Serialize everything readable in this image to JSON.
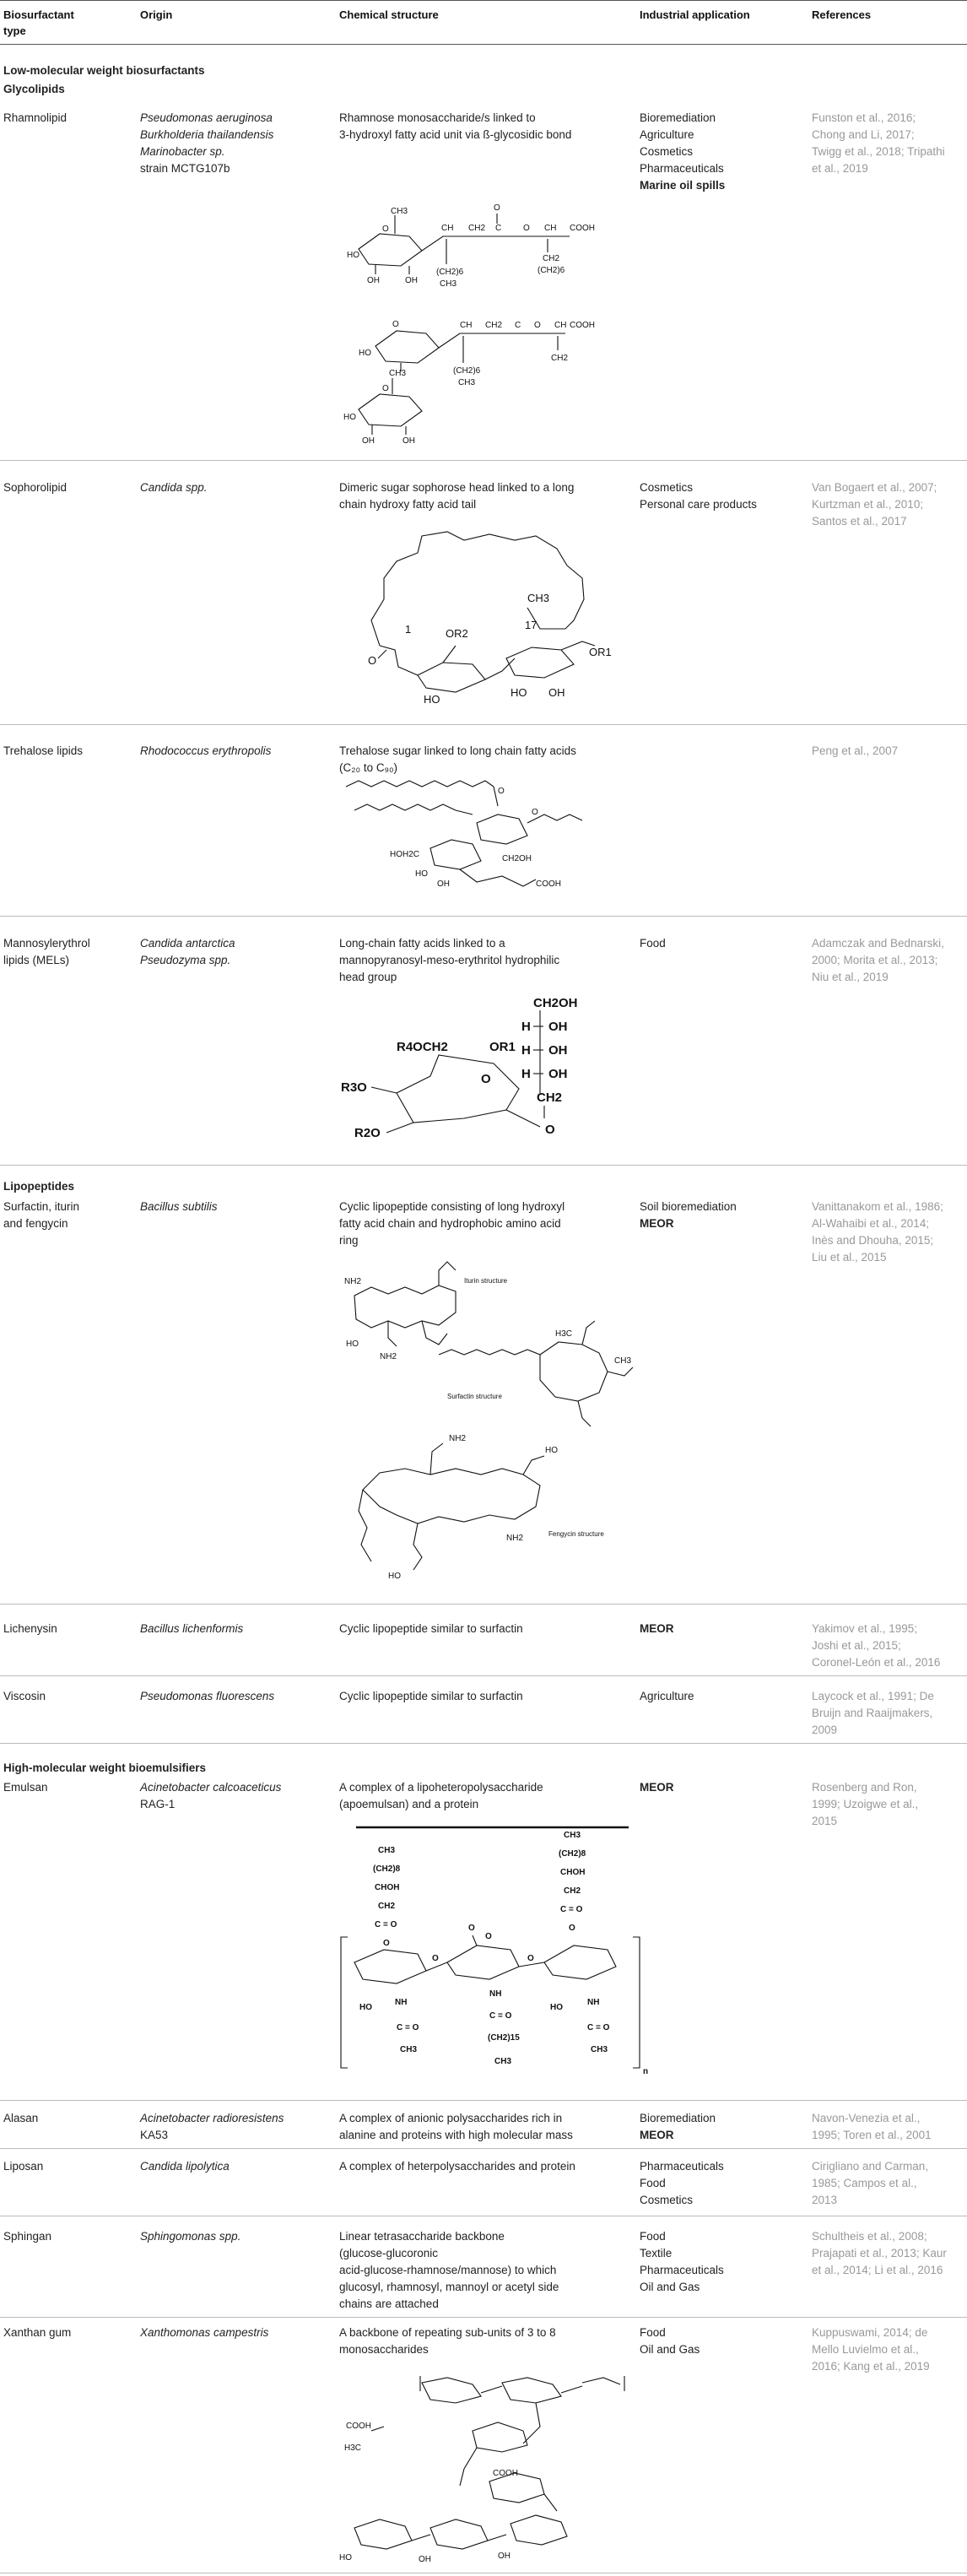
{
  "headers": {
    "type_l1": "Biosurfactant",
    "type_l2": "type",
    "origin": "Origin",
    "structure": "Chemical structure",
    "application": "Industrial application",
    "references": "References"
  },
  "sections": {
    "low_mw": "Low-molecular weight biosurfactants",
    "glycolipids": "Glycolipids",
    "lipopeptides": "Lipopeptides",
    "high_mw": "High-molecular weight bioemulsifiers"
  },
  "rows": {
    "rhamnolipid": {
      "type": "Rhamnolipid",
      "origin": [
        "Pseudomonas aeruginosa",
        "Burkholderia thailandensis",
        "Marinobacter sp.",
        "strain MCTG107b"
      ],
      "structure": [
        "Rhamnose monosaccharide/s linked to",
        "3-hydroxyl fatty acid unit via ß-glycosidic bond"
      ],
      "application": [
        "Bioremediation",
        "Agriculture",
        "Cosmetics",
        "Pharmaceuticals",
        "Marine oil spills"
      ],
      "references": [
        "Funston et al., 2016;",
        "Chong and Li, 2017;",
        "Twigg et al., 2018; Tripathi",
        "et al., 2019"
      ]
    },
    "sophorolipid": {
      "type": "Sophorolipid",
      "origin": [
        "Candida spp."
      ],
      "structure": [
        "Dimeric sugar sophorose head linked to a long",
        "chain hydroxy fatty acid tail"
      ],
      "application": [
        "Cosmetics",
        "Personal care products"
      ],
      "references": [
        "Van Bogaert et al., 2007;",
        "Kurtzman et al., 2010;",
        "Santos et al., 2017"
      ]
    },
    "trehalose": {
      "type": "Trehalose lipids",
      "origin": [
        "Rhodococcus erythropolis"
      ],
      "structure": [
        "Trehalose sugar linked to long chain fatty acids",
        "(C₂₀ to C₉₀)"
      ],
      "application": [],
      "references": [
        "Peng et al., 2007"
      ]
    },
    "mels": {
      "type": [
        "Mannosylerythrol",
        "lipids (MELs)"
      ],
      "origin": [
        "Candida antarctica",
        "Pseudozyma spp."
      ],
      "structure": [
        "Long-chain fatty acids linked to a",
        "mannopyranosyl-meso-erythritol hydrophilic",
        "head group"
      ],
      "application": [
        "Food"
      ],
      "references": [
        "Adamczak and Bednarski,",
        "2000; Morita et al., 2013;",
        "Niu et al., 2019"
      ]
    },
    "surfactin": {
      "type": [
        "Surfactin, iturin",
        "and fengycin"
      ],
      "origin": [
        "Bacillus subtilis"
      ],
      "structure": [
        "Cyclic lipopeptide consisting of long hydroxyl",
        "fatty acid chain and hydrophobic amino acid",
        "ring"
      ],
      "application": [
        "Soil bioremediation",
        "MEOR"
      ],
      "references": [
        "Vanittanakom et al., 1986;",
        "Al-Wahaibi et al., 2014;",
        "Inès and Dhouha, 2015;",
        "Liu et al., 2015"
      ],
      "figure_labels": [
        "Iturin structure",
        "Surfactin structure",
        "Fengycin structure"
      ]
    },
    "lichenysin": {
      "type": "Lichenysin",
      "origin": [
        "Bacillus lichenformis"
      ],
      "structure": [
        "Cyclic lipopeptide similar to surfactin"
      ],
      "application": [
        "MEOR"
      ],
      "references": [
        "Yakimov et al., 1995;",
        "Joshi et al., 2015;",
        "Coronel-León et al., 2016"
      ]
    },
    "viscosin": {
      "type": "Viscosin",
      "origin": [
        "Pseudomonas fluorescens"
      ],
      "structure": [
        "Cyclic lipopeptide similar to surfactin"
      ],
      "application": [
        "Agriculture"
      ],
      "references": [
        "Laycock et al., 1991; De",
        "Bruijn and Raaijmakers,",
        "2009"
      ]
    },
    "emulsan": {
      "type": "Emulsan",
      "origin": [
        "Acinetobacter calcoaceticus",
        "RAG-1"
      ],
      "structure": [
        "A complex of a lipoheteropolysaccharide",
        "(apoemulsan) and a protein"
      ],
      "application": [
        "MEOR"
      ],
      "references": [
        "Rosenberg and Ron,",
        "1999; Uzoigwe et al.,",
        "2015"
      ]
    },
    "alasan": {
      "type": "Alasan",
      "origin": [
        "Acinetobacter radioresistens",
        "KA53"
      ],
      "structure": [
        "A complex of anionic polysaccharides rich in",
        "alanine and proteins with high molecular mass"
      ],
      "application": [
        "Bioremediation",
        "MEOR"
      ],
      "references": [
        "Navon-Venezia et al.,",
        "1995; Toren et al., 2001"
      ]
    },
    "liposan": {
      "type": "Liposan",
      "origin": [
        "Candida lipolytica"
      ],
      "structure": [
        "A complex of heterpolysaccharides and protein"
      ],
      "application": [
        "Pharmaceuticals",
        "Food",
        "Cosmetics"
      ],
      "references": [
        "Cirigliano and Carman,",
        "1985; Campos et al.,",
        "2013"
      ]
    },
    "sphingan": {
      "type": "Sphingan",
      "origin": [
        "Sphingomonas spp."
      ],
      "structure": [
        "Linear tetrasaccharide backbone",
        "(glucose-glucoronic",
        "acid-glucose-rhamnose/mannose) to which",
        "glucosyl, rhamnosyl, mannoyl or acetyl side",
        "chains are attached"
      ],
      "application": [
        "Food",
        "Textile",
        "Pharmaceuticals",
        "Oil and Gas"
      ],
      "references": [
        "Schultheis et al., 2008;",
        "Prajapati et al., 2013; Kaur",
        "et al., 2014; Li et al., 2016"
      ]
    },
    "xanthan": {
      "type": "Xanthan gum",
      "origin": [
        "Xanthomonas campestris"
      ],
      "structure": [
        "A backbone of repeating sub-units of 3 to 8",
        "monosaccharides"
      ],
      "application": [
        "Food",
        "Oil and Gas"
      ],
      "references": [
        "Kuppuswami, 2014; de",
        "Mello Luvielmo et al.,",
        "2016; Kang et al., 2019"
      ]
    }
  },
  "chem_labels": {
    "ring_oh": "OH",
    "ch3": "CH3",
    "o": "O",
    "cooh": "COOH",
    "sopho_1": "1",
    "sopho_17": "17",
    "or1": "OR1",
    "or2": "OR2",
    "ch2oh": "CH2OH",
    "hoh2c": "HOH2C",
    "h": "H",
    "r3o": "R3O",
    "r2o": "R2O",
    "r4och2": "R4OCH2",
    "ch2": "CH2",
    "n": "n",
    "nh": "NH",
    "ho": "HO",
    "choh": "CHOH",
    "ch2_10": "(CH2)8",
    "ch2_15": "(CH2)15",
    "c_eq_o": "C = O"
  }
}
